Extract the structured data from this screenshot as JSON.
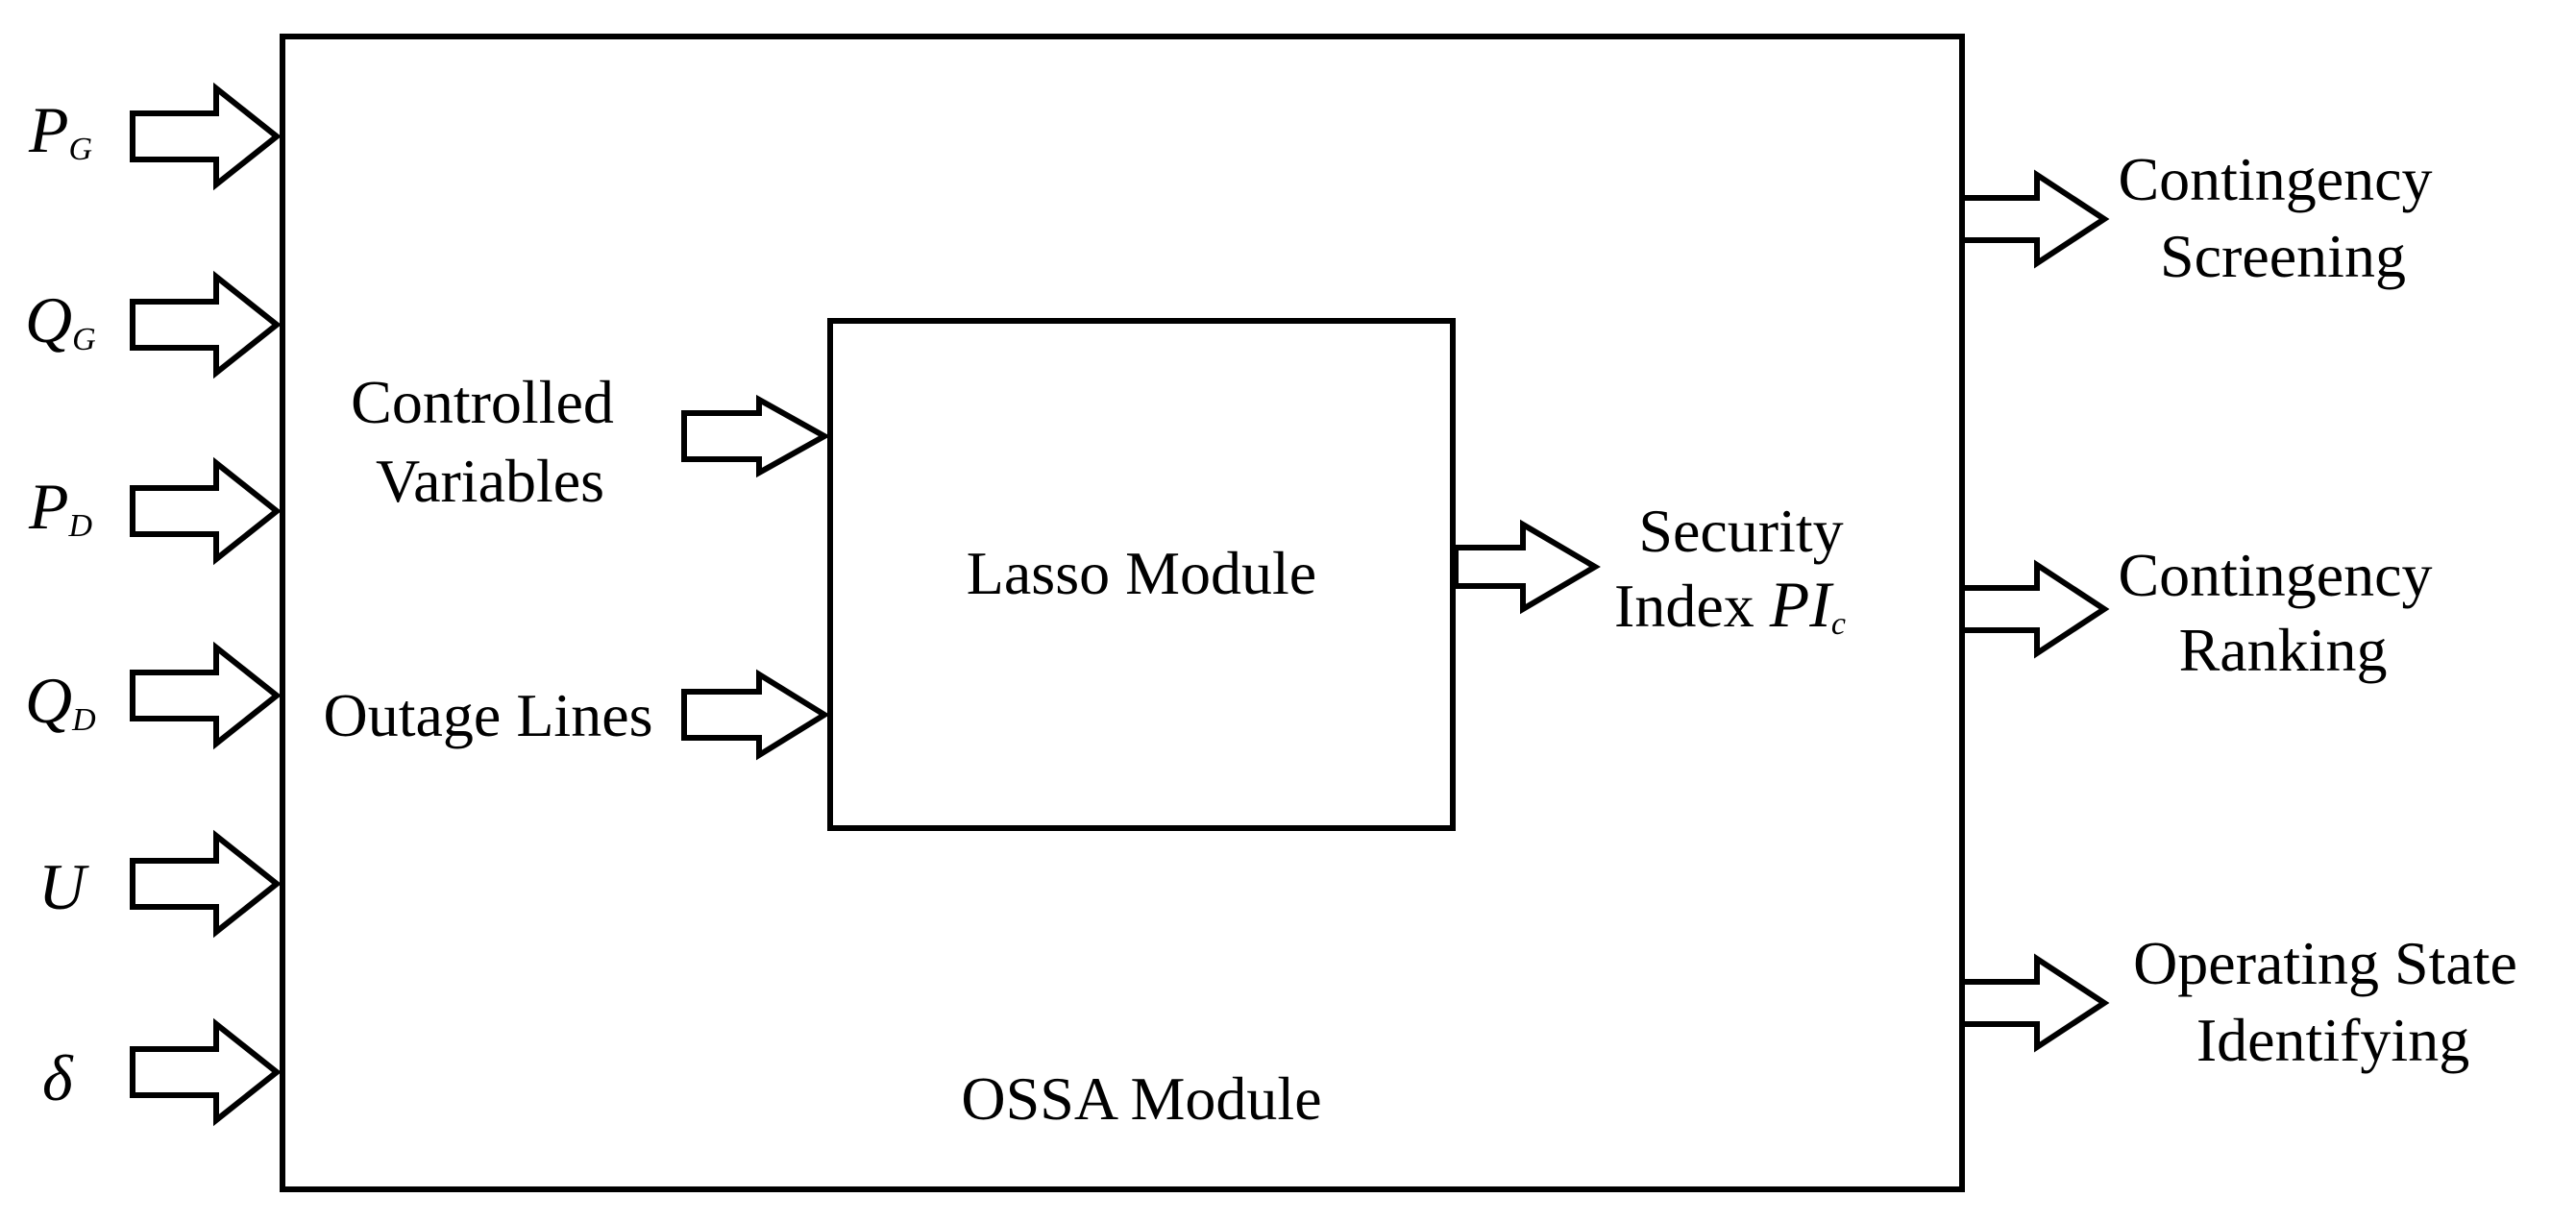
{
  "inputs": [
    {
      "symbol": "P",
      "subscript": "G"
    },
    {
      "symbol": "Q",
      "subscript": "G"
    },
    {
      "symbol": "P",
      "subscript": "D"
    },
    {
      "symbol": "Q",
      "subscript": "D"
    },
    {
      "symbol": "U",
      "subscript": ""
    },
    {
      "symbol": "δ",
      "subscript": ""
    }
  ],
  "outer_module": {
    "label": "OSSA Module"
  },
  "inner_module": {
    "label": "Lasso Module"
  },
  "inner_inputs": {
    "controlled": {
      "line1": "Controlled",
      "line2": "Variables"
    },
    "outage": {
      "label": "Outage Lines"
    }
  },
  "security_index": {
    "line1": "Security",
    "line2_text": "Index ",
    "symbol": "PI",
    "subscript": "c"
  },
  "outputs": [
    {
      "line1": "Contingency",
      "line2": "Screening"
    },
    {
      "line1": "Contingency",
      "line2": "Ranking"
    },
    {
      "line1": "Operating State",
      "line2": "Identifying"
    }
  ]
}
